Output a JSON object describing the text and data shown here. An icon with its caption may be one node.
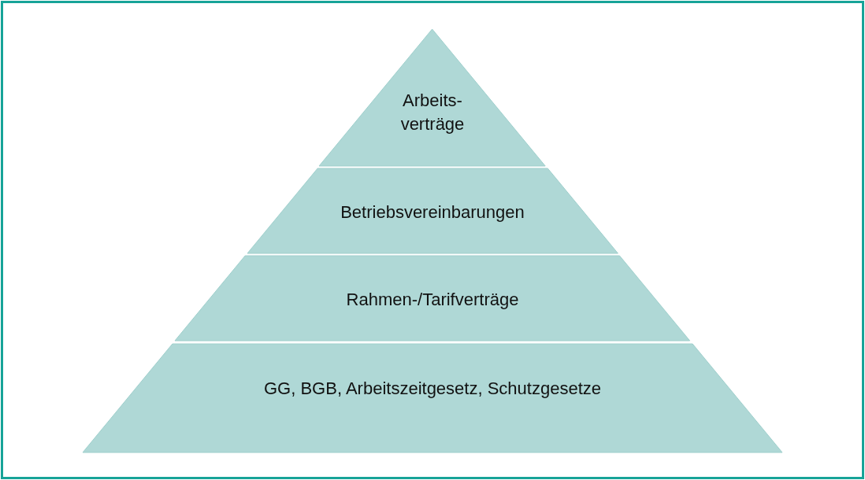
{
  "diagram": {
    "nodes": [
      {
        "text": [
          "Arbeits- verträge"
        ]
      },
      {
        "text": [
          "Betriebsvereinbarungen"
        ]
      },
      {
        "text": [
          "Rahmen-/Tarifverträge"
        ]
      },
      {
        "text": [
          "GG, BGB, Arbeitszeitgesetz, Schutzgesetze"
        ]
      }
    ]
  }
}
